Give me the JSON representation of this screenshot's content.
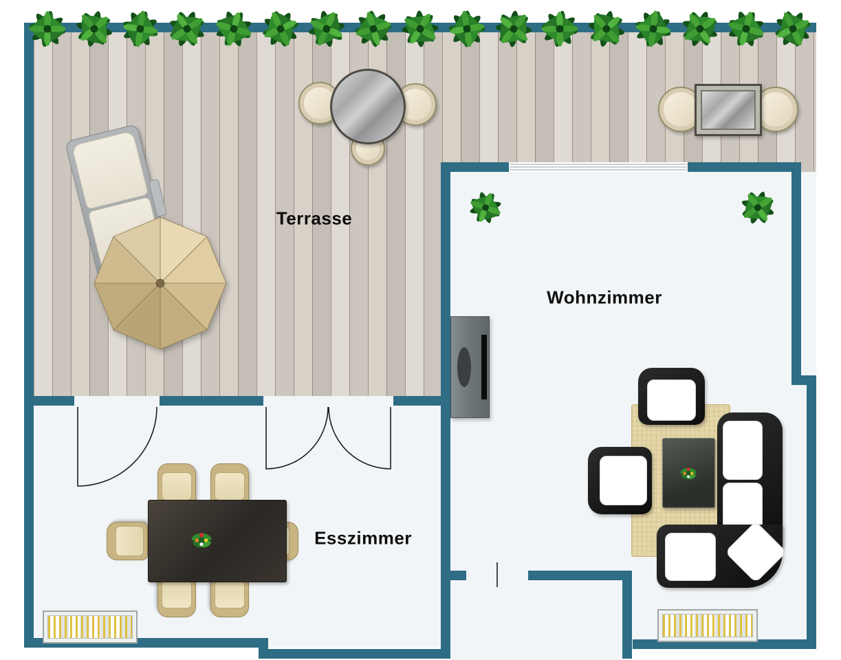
{
  "plan": {
    "type": "apartment-floor-plan",
    "rooms": [
      {
        "id": "terrasse",
        "label": "Terrasse"
      },
      {
        "id": "wohnzimmer",
        "label": "Wohnzimmer"
      },
      {
        "id": "esszimmer",
        "label": "Esszimmer"
      }
    ]
  },
  "plants": {
    "top_row_count": 17,
    "living_room_corner_count": 2
  },
  "furniture": {
    "terrasse": [
      "sun-lounger",
      "parasol",
      "round-bistro-table",
      "bistro-chair",
      "bistro-chair",
      "bistro-stool",
      "lounge-table",
      "lounge-chair",
      "lounge-chair"
    ],
    "wohnzimmer": [
      "tv-sideboard",
      "tv",
      "corner-sofa",
      "armchair-top",
      "armchair-left",
      "coffee-table",
      "flower-centerpiece",
      "rug",
      "radiator",
      "corner-plant",
      "corner-plant"
    ],
    "esszimmer": [
      "dining-table",
      "dining-chair",
      "dining-chair",
      "dining-chair",
      "dining-chair",
      "dining-chair",
      "dining-chair",
      "flower-centerpiece",
      "radiator"
    ]
  },
  "colors": {
    "wall": "#2f6d85",
    "deck": "#d7d1c8",
    "floor": "#f2f5f7",
    "plant_dark": "#175e1d",
    "plant_mid": "#2a8128",
    "plant_light": "#46a436",
    "parasol_light": "#ead9b3",
    "parasol_dark": "#b9a476",
    "rug": "#e3d3a0",
    "sofa_black": "#161616",
    "cushion_white": "#ffffff",
    "wood_dark": "#332f29",
    "chair_beige": "#e9ddb9",
    "radiator_gold": "#dfc043"
  }
}
